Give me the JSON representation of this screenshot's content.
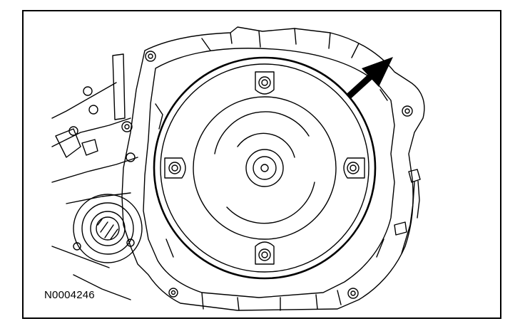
{
  "figure": {
    "id_label": "N0004246"
  },
  "colors": {
    "line": "#000000",
    "background": "#ffffff"
  },
  "parts": {
    "pointer": "arrow-icon",
    "torque_converter": "torque-converter",
    "seal": "output-shaft-seal"
  }
}
